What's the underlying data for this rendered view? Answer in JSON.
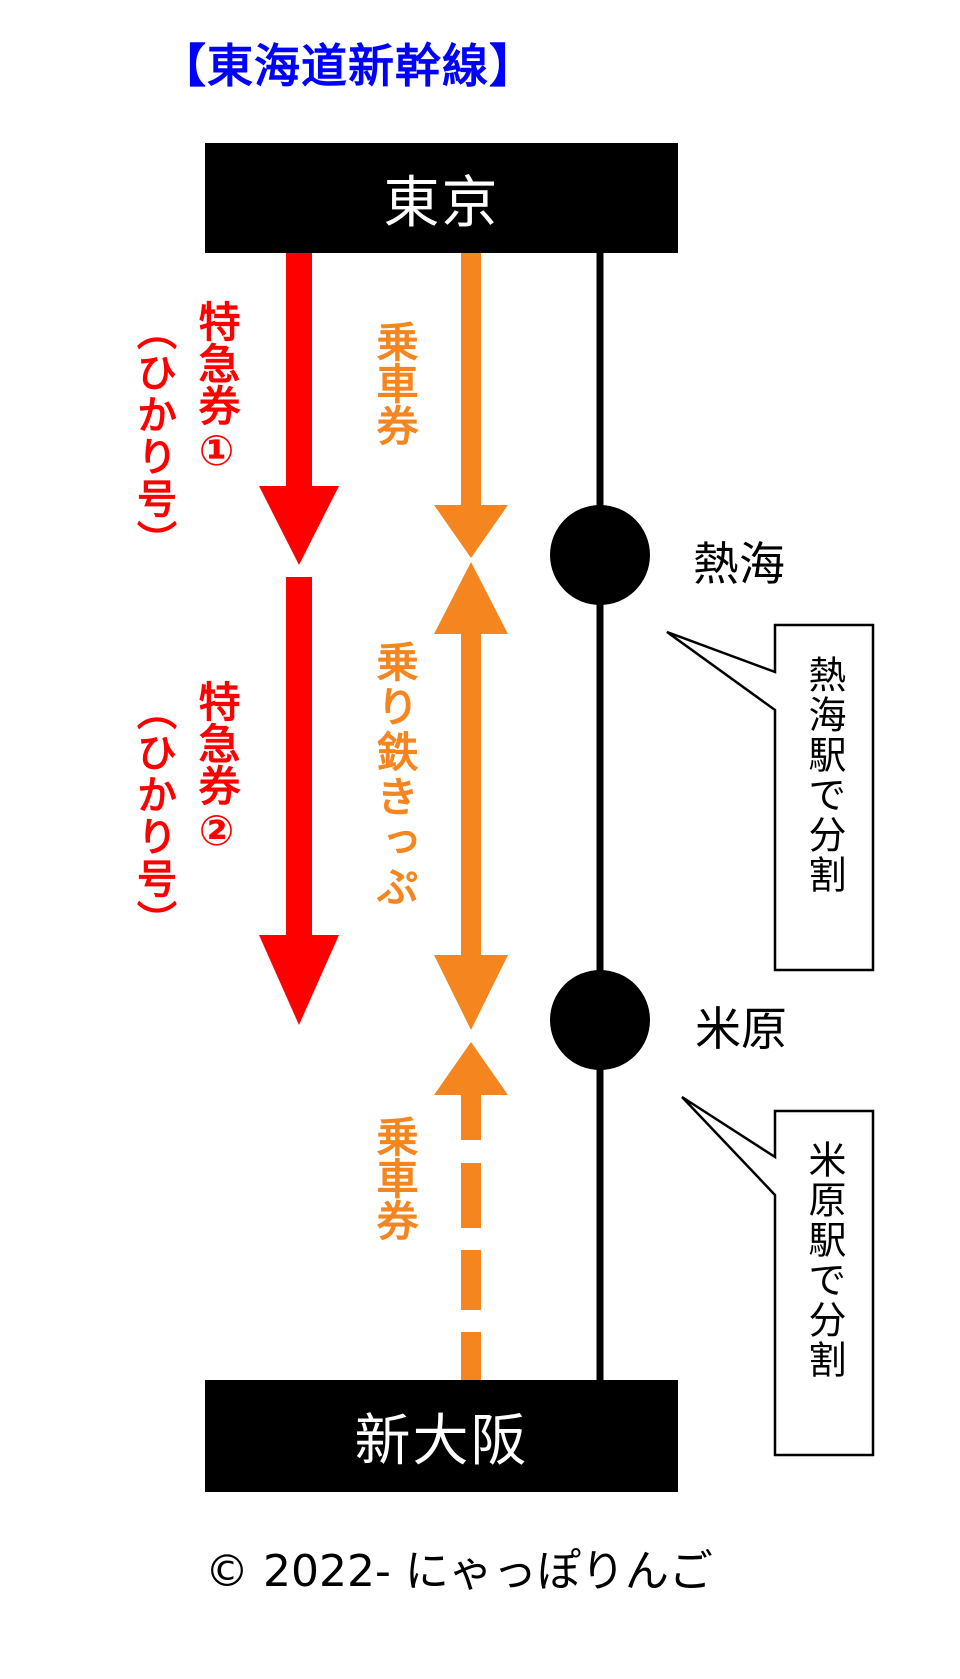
{
  "title": "【東海道新幹線】",
  "stations": {
    "top": "東京",
    "bottom": "新大阪",
    "mid1": "熱海",
    "mid2": "米原"
  },
  "red_tickets": {
    "first": "特急券①",
    "first_sub": "（ひかり号）",
    "second": "特急券②",
    "second_sub": "（ひかり号）"
  },
  "orange_tickets": {
    "upper": "乗車券",
    "middle": "乗り鉄きっぷ",
    "lower": "乗車券"
  },
  "notes": {
    "note1": "熱海駅で分割",
    "note2": "米原駅で分割"
  },
  "copyright": "© 2022- にゃっぽりんご",
  "colors": {
    "title": "#0000ff",
    "red": "#ff0000",
    "orange": "#f5861f",
    "black": "#000000"
  }
}
